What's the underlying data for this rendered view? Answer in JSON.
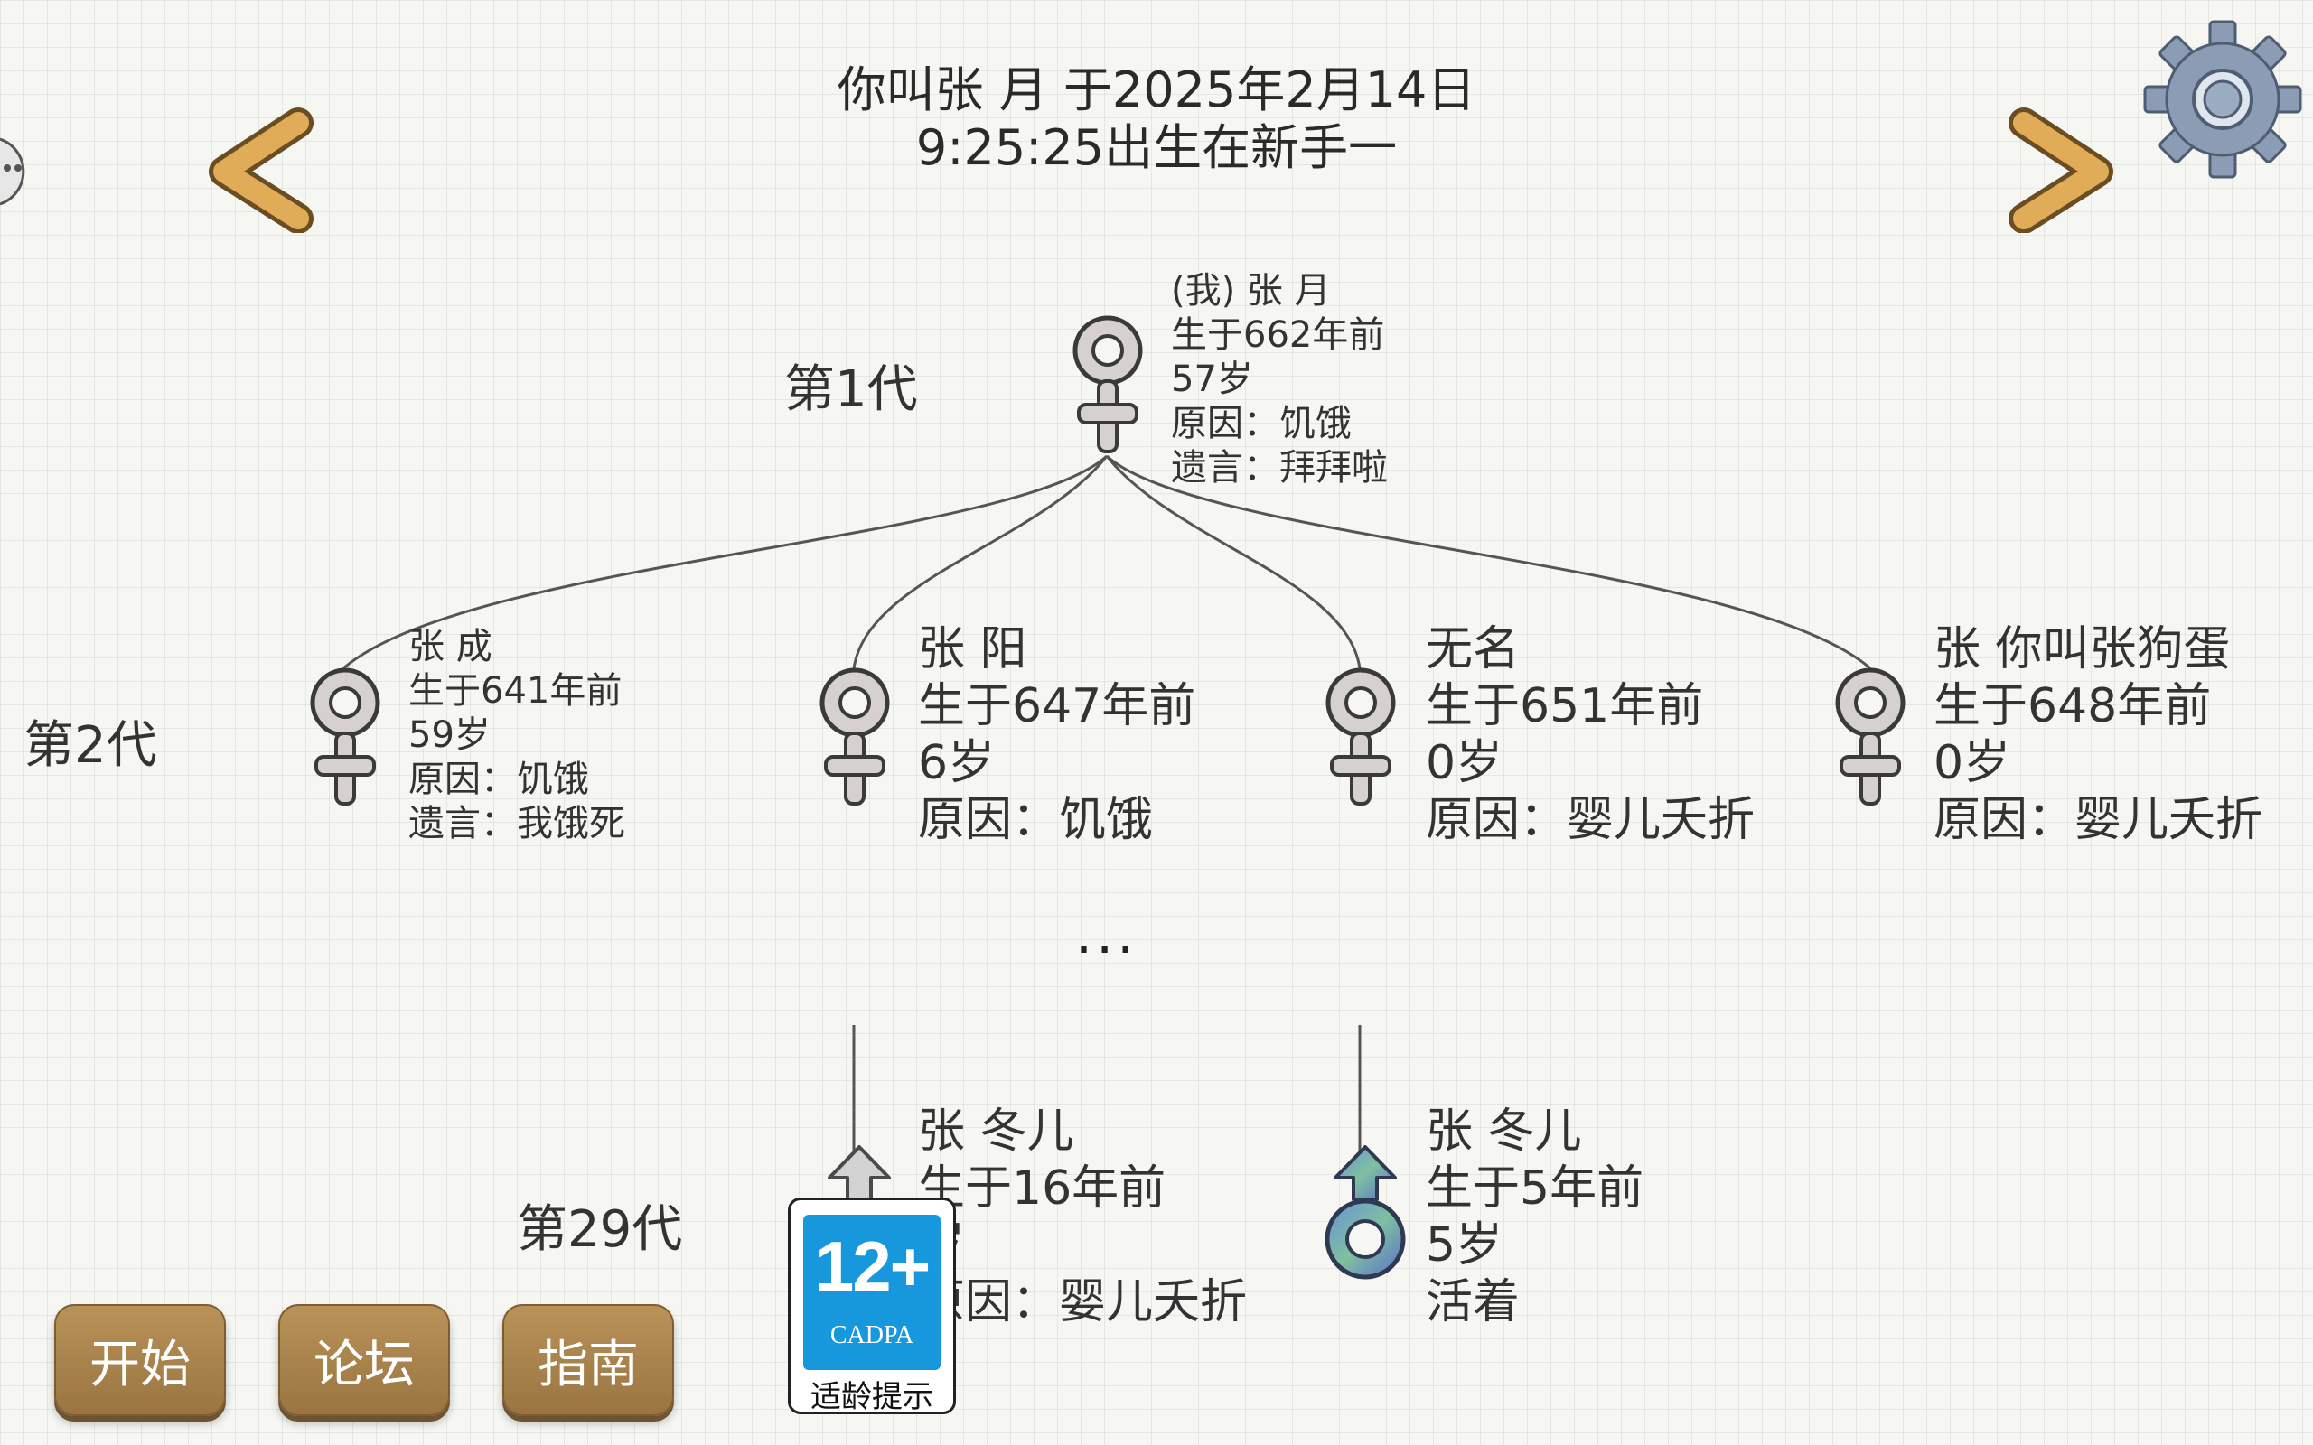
{
  "header": {
    "line1": "你叫张 月 于2025年2月14日",
    "line2": "9:25:25出生在新手一"
  },
  "icons": {
    "back": "chevron-left-icon",
    "forward": "chevron-right-icon",
    "settings": "gear-icon",
    "side": "side-handle-icon"
  },
  "generations": {
    "gen1": "第1代",
    "gen2": "第2代",
    "gen29": "第29代"
  },
  "root": {
    "lines": [
      "(我) 张 月",
      "生于662年前",
      "57岁",
      "原因：饥饿",
      "遗言：拜拜啦"
    ],
    "gender": "female"
  },
  "gen2": [
    {
      "lines": [
        "张 成",
        "生于641年前",
        "59岁",
        "原因：饥饿",
        "遗言：我饿死"
      ],
      "gender": "female"
    },
    {
      "lines": [
        "张 阳",
        "生于647年前",
        "6岁",
        "原因：饥饿"
      ],
      "gender": "female"
    },
    {
      "lines": [
        "无名",
        "生于651年前",
        "0岁",
        "原因：婴儿夭折"
      ],
      "gender": "female"
    },
    {
      "lines": [
        "张 你叫张狗蛋",
        "生于648年前",
        "0岁",
        "原因：婴儿夭折"
      ],
      "gender": "female"
    }
  ],
  "ellipsis": "...",
  "gen29": [
    {
      "lines": [
        "张 冬儿",
        "生于16年前",
        "岁",
        "原因：婴儿夭折"
      ],
      "gender": "male",
      "status": "deceased"
    },
    {
      "lines": [
        "张 冬儿",
        "生于5年前",
        "5岁",
        "活着"
      ],
      "gender": "male",
      "status": "alive"
    }
  ],
  "buttons": {
    "start": "开始",
    "forum": "论坛",
    "guide": "指南"
  },
  "rating": {
    "age": "12+",
    "org": "CADPA",
    "tip": "适龄提示"
  },
  "colors": {
    "button": "#a8834c",
    "rating_blue": "#1797dc",
    "arrow": "#d9a24e",
    "gear": "#7f8fa6"
  }
}
